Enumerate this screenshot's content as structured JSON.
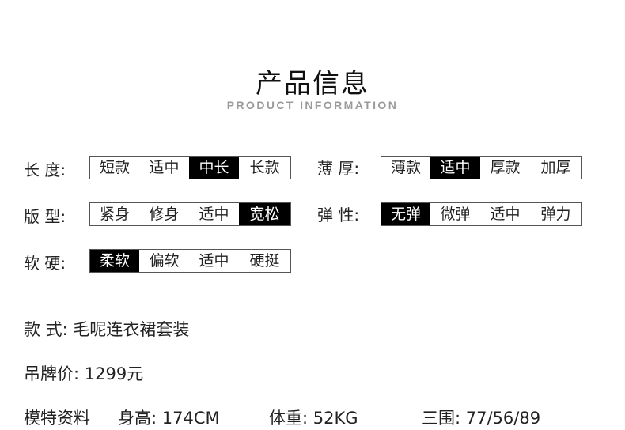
{
  "header": {
    "title": "产品信息",
    "subtitle": "PRODUCT INFORMATION"
  },
  "attributes": [
    {
      "label": "长 度:",
      "options": [
        "短款",
        "适中",
        "中长",
        "长款"
      ],
      "selected": 2
    },
    {
      "label": "薄 厚:",
      "options": [
        "薄款",
        "适中",
        "厚款",
        "加厚"
      ],
      "selected": 1
    },
    {
      "label": "版 型:",
      "options": [
        "紧身",
        "修身",
        "适中",
        "宽松"
      ],
      "selected": 3
    },
    {
      "label": "弹 性:",
      "options": [
        "无弹",
        "微弹",
        "适中",
        "弹力"
      ],
      "selected": 0
    },
    {
      "label": "软 硬:",
      "options": [
        "柔软",
        "偏软",
        "适中",
        "硬挺"
      ],
      "selected": 0
    }
  ],
  "details": {
    "style": "款 式: 毛呢连衣裙套装",
    "price": "吊牌价: 1299元",
    "model_label": "模特资料",
    "height": "身高: 174CM",
    "weight": "体重: 52KG",
    "measurements": "三围: 77/56/89"
  },
  "colors": {
    "selected_bg": "#000000",
    "selected_text": "#ffffff",
    "border": "#555555"
  }
}
